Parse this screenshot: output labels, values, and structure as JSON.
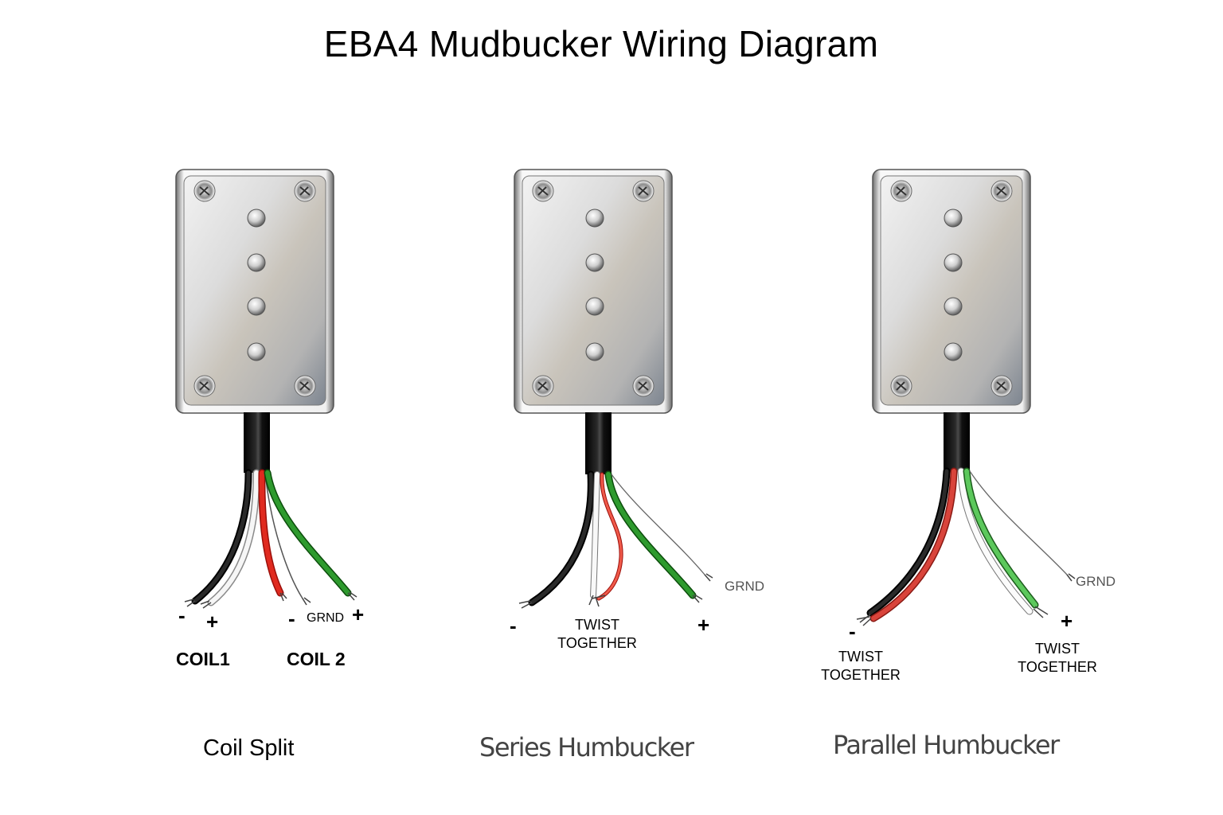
{
  "title": "EBA4 Mudbucker Wiring Diagram",
  "colors": {
    "black_wire": "#1a1a1a",
    "white_wire": "#f4f4f4",
    "red_wire": "#e02a1f",
    "green_wire": "#2e9a2e",
    "parallel_green_wire": "#5cc85c",
    "parallel_red_wire": "#d9443b",
    "chrome_light": "#e6e6e6",
    "chrome_dark": "#8a8a8a"
  },
  "diagrams": [
    {
      "name": "coil-split",
      "caption": "Coil Split",
      "wires": [
        "black",
        "white",
        "red",
        "bare",
        "green"
      ],
      "labels": {
        "black_sign": "-",
        "white_sign": "+",
        "red_sign": "-",
        "ground": "GRND",
        "green_sign": "+",
        "coil1": "COIL1",
        "coil2": "COIL 2"
      }
    },
    {
      "name": "series-humbucker",
      "caption": "Series Humbucker",
      "wires": [
        "black",
        "white",
        "red",
        "green",
        "bare"
      ],
      "labels": {
        "black_sign": "-",
        "twist_line1": "TWIST",
        "twist_line2": "TOGETHER",
        "green_sign": "+",
        "ground": "GRND"
      }
    },
    {
      "name": "parallel-humbucker",
      "caption": "Parallel Humbucker",
      "wires": [
        "black",
        "red",
        "white",
        "green",
        "bare"
      ],
      "labels": {
        "left_sign": "-",
        "left_twist_line1": "TWIST",
        "left_twist_line2": "TOGETHER",
        "right_sign": "+",
        "right_twist_line1": "TWIST",
        "right_twist_line2": "TOGETHER",
        "ground": "GRND"
      }
    }
  ]
}
